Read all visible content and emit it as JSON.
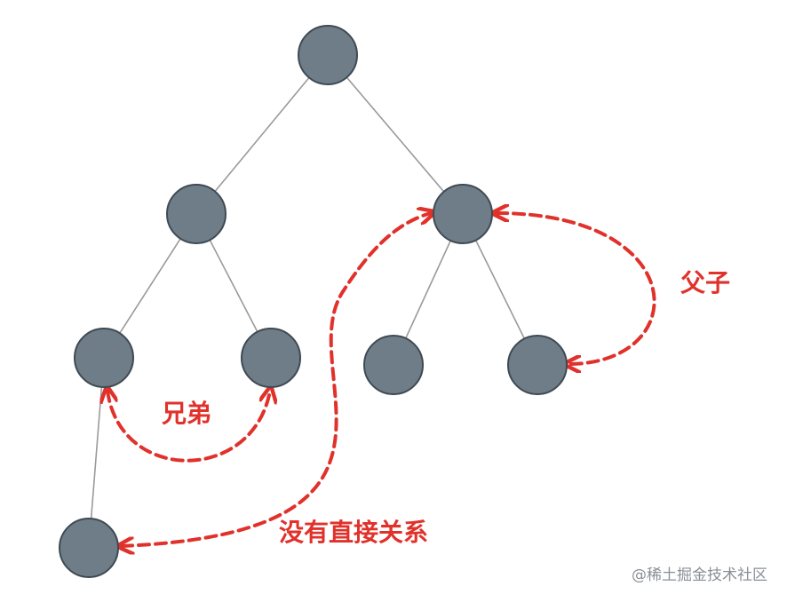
{
  "colors": {
    "node_fill": "#6e7d87",
    "node_stroke": "#3f4a53",
    "edge": "#9a9a9a",
    "relation": "#e0312b",
    "watermark": "#8a8f96"
  },
  "labels": {
    "siblings": "兄弟",
    "parent_child": "父子",
    "no_relation": "没有直接关系"
  },
  "watermark": "@稀土掘金技术社区"
}
